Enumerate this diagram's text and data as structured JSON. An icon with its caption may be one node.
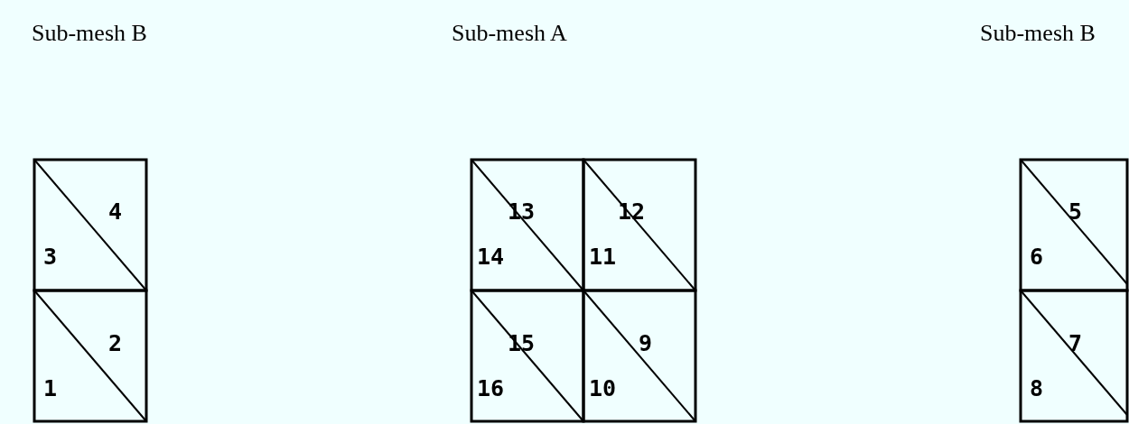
{
  "diagram": {
    "labels": [
      "Sub-mesh B",
      "Sub-mesh A",
      "Sub-mesh B",
      "4",
      "13",
      "12",
      "5",
      "3",
      "14",
      "11",
      "6",
      "2",
      "15",
      "9",
      "7",
      "1",
      "16",
      "10",
      "8"
    ]
  }
}
